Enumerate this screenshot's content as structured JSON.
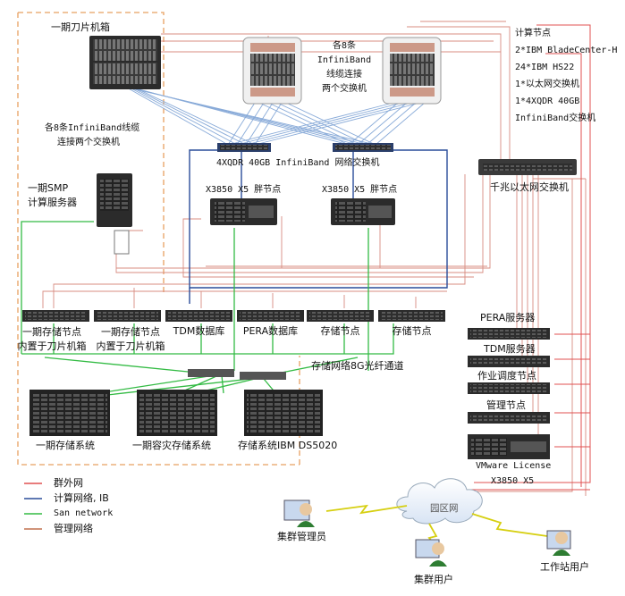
{
  "labels": {
    "phase1_blade_chassis": "一期刀片机箱",
    "ib8_two_switches": [
      "各8条",
      "InfiniBand",
      "线缆连接",
      "两个交换机"
    ],
    "ib8_left": [
      "各8条InfiniBand线缆",
      "连接两个交换机"
    ],
    "phase1_smp": [
      "一期SMP",
      "计算服务器"
    ],
    "ib_switch": "4XQDR 40GB InfiniBand 网络交换机",
    "fat_node_1": "X3850 X5 胖节点",
    "fat_node_2": "X3850 X5 胖节点",
    "compute_nodes_desc": [
      "计算节点",
      "2*IBM BladeCenter-H",
      "24*IBM HS22",
      "1*以太网交换机",
      "1*4XQDR 40GB",
      "InfiniBand交换机"
    ],
    "gige_switch": "千兆以太网交换机",
    "server_row": [
      [
        "一期存储节点",
        "内置于刀片机箱"
      ],
      [
        "一期存储节点",
        "内置于刀片机箱"
      ],
      [
        "TDM数据库"
      ],
      [
        "PERA数据库"
      ],
      [
        "存储节点"
      ],
      [
        "存储节点"
      ]
    ],
    "san_channel": "存储网络8G光纤通道",
    "storage_1": "一期存储系统",
    "storage_2": "一期容灾存储系统",
    "storage_3": "存储系统IBM DS5020",
    "right_stack": [
      "PERA服务器",
      "TDM服务器",
      "作业调度节点",
      "管理节点",
      "VMware License",
      "X3850 X5"
    ],
    "cloud": "园区网",
    "cluster_admin": "集群管理员",
    "cluster_user": "集群用户",
    "workstation_user": "工作站用户"
  },
  "legend": [
    {
      "label": "群外网",
      "color": "#e05050"
    },
    {
      "label": "计算网络, IB",
      "color": "#2a4d9a"
    },
    {
      "label": "San network",
      "color": "#33bb44"
    },
    {
      "label": "管理网络",
      "color": "#c0704f"
    }
  ],
  "colors": {
    "outer": "#e05050",
    "ib": "#2a4d9a",
    "ib_light": "#88aad8",
    "san": "#33bb44",
    "mgmt": "#d08a7a",
    "dash_box": "#e8a060",
    "device_dark": "#2b2b2b"
  },
  "icons": [
    "blade-chassis-icon",
    "blade-chassis-icon",
    "blade-chassis-icon",
    "tower-server-icon",
    "switch-icon",
    "rack-server-icon",
    "storage-array-icon",
    "cloud-icon",
    "user-icon"
  ]
}
